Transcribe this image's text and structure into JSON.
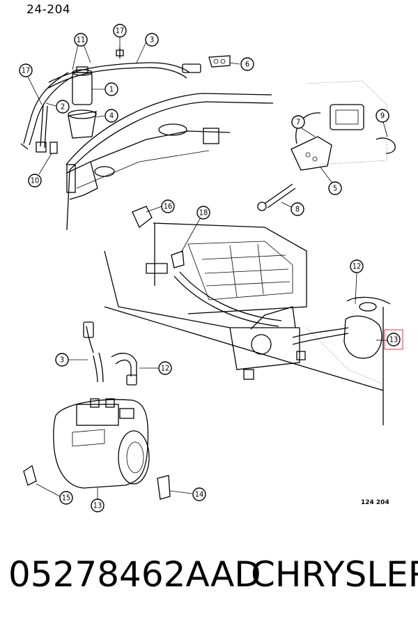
{
  "header": {
    "page_ref": "24-204"
  },
  "figure": {
    "code": "124 204"
  },
  "footer": {
    "part_number": "05278462AAD",
    "brand": "CHRYSLER"
  },
  "highlight_color": "#e05a6a",
  "callouts": [
    {
      "id": "c17a",
      "label": "17"
    },
    {
      "id": "c11",
      "label": "11"
    },
    {
      "id": "c3a",
      "label": "3"
    },
    {
      "id": "c6",
      "label": "6"
    },
    {
      "id": "c17b",
      "label": "17"
    },
    {
      "id": "c1",
      "label": "1"
    },
    {
      "id": "c2",
      "label": "2"
    },
    {
      "id": "c4",
      "label": "4"
    },
    {
      "id": "c10",
      "label": "10"
    },
    {
      "id": "c7",
      "label": "7"
    },
    {
      "id": "c9",
      "label": "9"
    },
    {
      "id": "c5",
      "label": "5"
    },
    {
      "id": "c8",
      "label": "8"
    },
    {
      "id": "c16",
      "label": "16"
    },
    {
      "id": "c18",
      "label": "18"
    },
    {
      "id": "c12a",
      "label": "12"
    },
    {
      "id": "c13a",
      "label": "13"
    },
    {
      "id": "c3b",
      "label": "3"
    },
    {
      "id": "c12b",
      "label": "12"
    },
    {
      "id": "c15",
      "label": "15"
    },
    {
      "id": "c13b",
      "label": "13"
    },
    {
      "id": "c14",
      "label": "14"
    }
  ]
}
